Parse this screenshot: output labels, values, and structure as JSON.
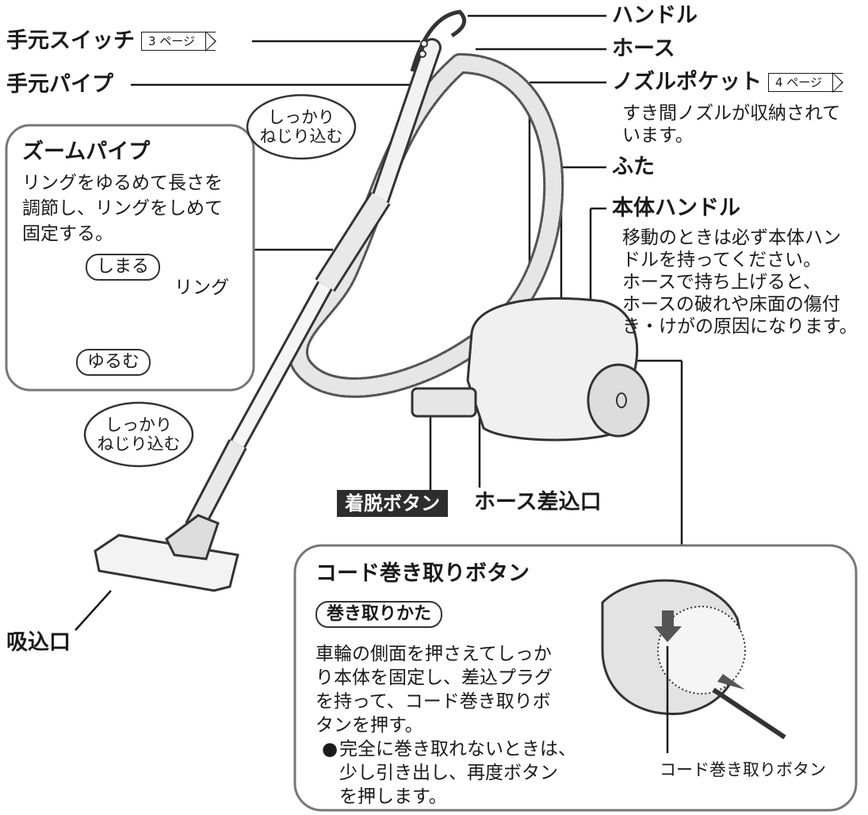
{
  "labels": {
    "handle": "ハンドル",
    "hose": "ホース",
    "nozzle_pocket": "ノズルポケット",
    "nozzle_pocket_desc": [
      "すき間ノズルが収納されて",
      "います。"
    ],
    "lid": "ふた",
    "body_handle": "本体ハンドル",
    "body_handle_desc": [
      "移動のときは必ず本体ハン",
      "ドルを持ってください。",
      "ホースで持ち上げると、",
      "ホースの破れや床面の傷付",
      "き・けがの原因になります。"
    ],
    "hand_switch": "手元スイッチ",
    "hand_pipe": "手元パイプ",
    "inlet": "吸込口",
    "release_button": "着脱ボタン",
    "hose_port": "ホース差込口"
  },
  "page_refs": {
    "hand_switch": "3 ページ",
    "nozzle_pocket": "4 ページ"
  },
  "bubbles": {
    "twist_top": [
      "しっかり",
      "ねじり込む"
    ],
    "twist_bottom": [
      "しっかり",
      "ねじり込む"
    ]
  },
  "zoom_pipe": {
    "title": "ズームパイプ",
    "desc": [
      "リングをゆるめて長さを",
      "調節し、リングをしめて",
      "固定する。"
    ],
    "tighten": "しまる",
    "loosen": "ゆるむ",
    "ring": "リング"
  },
  "cord_rewind": {
    "title": "コード巻き取りボタン",
    "how_to": "巻き取りかた",
    "steps": [
      "車輪の側面を押さえてしっか",
      "り本体を固定し、差込プラグ",
      "を持って、コード巻き取りボ",
      "タンを押す。"
    ],
    "note": [
      "完全に巻き取れないときは、",
      "少し引き出し、再度ボタン",
      "を押します。"
    ],
    "note_bullet": "●",
    "button_label": "コード巻き取りボタン"
  },
  "icon_names": [
    "arrow-icon",
    "vacuum-icon"
  ],
  "colors": {
    "line": "#1a1a1a",
    "panel_border": "#777777",
    "dark_tag": "#2d2d2d"
  }
}
